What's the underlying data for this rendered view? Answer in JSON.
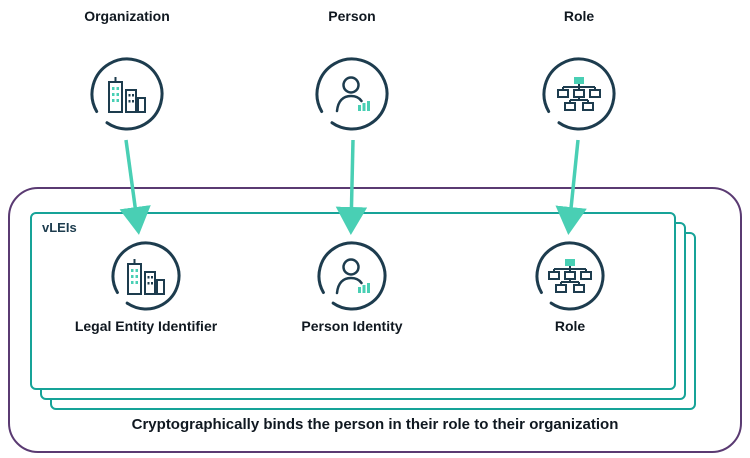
{
  "top_row": {
    "organization_label": "Organization",
    "person_label": "Person",
    "role_label": "Role"
  },
  "card": {
    "title": "vLEIs",
    "items": [
      {
        "label": "Legal Entity Identifier"
      },
      {
        "label": "Person Identity"
      },
      {
        "label": "Role"
      }
    ]
  },
  "caption": "Cryptographically binds the person in their role to their organization",
  "icons": {
    "organization": "building-icon",
    "person": "person-icon",
    "role": "hierarchy-icon",
    "connector": "down-arrow"
  },
  "colors": {
    "dark": "#1d3c4e",
    "accent": "#49cfb4",
    "purple": "#5a3a72",
    "teal_border": "#17a398",
    "text": "#101820",
    "background": "#ffffff"
  }
}
